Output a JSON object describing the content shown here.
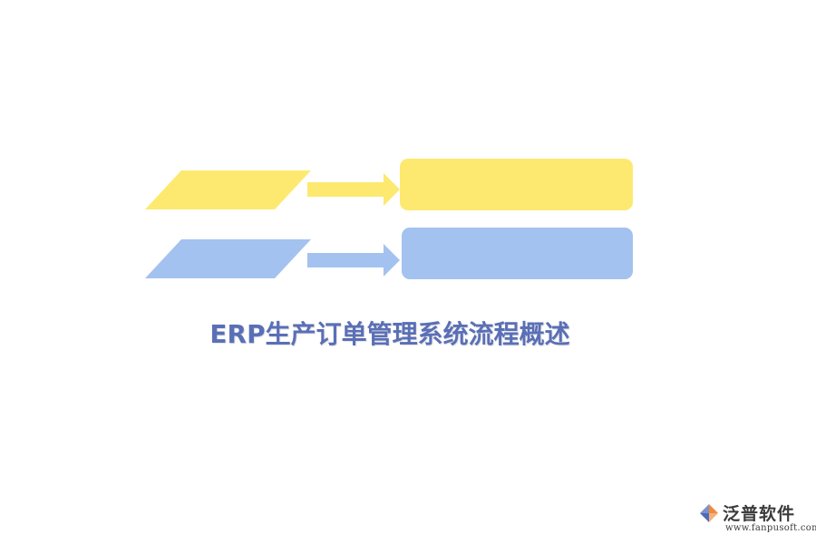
{
  "title": "ERP生产订单管理系统流程概述",
  "logo": {
    "name": "泛普软件",
    "url": "www.fanpusoft.com"
  },
  "colors": {
    "yellow": "#fde96f",
    "blue": "#a3c2ef",
    "title": "#5a6fb6",
    "logo_text": "#3b3b3b",
    "logo_orange": "#f08a3e",
    "logo_blue": "#4c6cb8"
  },
  "rows": [
    {
      "color": "yellow"
    },
    {
      "color": "blue"
    }
  ]
}
